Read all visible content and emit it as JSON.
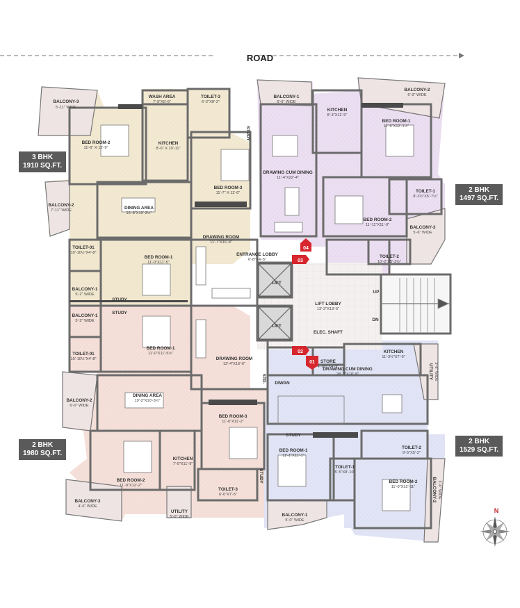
{
  "road": {
    "label": "ROAD"
  },
  "units": {
    "top_left": {
      "type": "3 BHK",
      "area": "1910 SQ.FT."
    },
    "top_right": {
      "type": "2 BHK",
      "area": "1497 SQ.FT."
    },
    "bottom_left": {
      "type": "2 BHK",
      "area": "1980 SQ.FT."
    },
    "bottom_right": {
      "type": "2 BHK",
      "area": "1529 SQ.FT."
    }
  },
  "rooms": [
    {
      "id": "r1",
      "name": "BALCONY-3",
      "dim": "5'-11\" WIDE"
    },
    {
      "id": "r2",
      "name": "WASH AREA",
      "dim": "7'-9\"X5'-6\""
    },
    {
      "id": "r3",
      "name": "TOILET-3",
      "dim": "6'-2\"X8'-2\""
    },
    {
      "id": "r4",
      "name": "BED ROOM-2",
      "dim": "11'-6\" X 12'-9\""
    },
    {
      "id": "r5",
      "name": "KITCHEN",
      "dim": "8'-6\" X 10'-11\""
    },
    {
      "id": "r6",
      "name": "BED ROOM-3",
      "dim": "11'-7\" X 11'-6\""
    },
    {
      "id": "r7",
      "name": "STUDY",
      "dim": ""
    },
    {
      "id": "r8",
      "name": "BALCONY-2",
      "dim": "7'-11\" WIDE"
    },
    {
      "id": "r9",
      "name": "DINING AREA",
      "dim": "16'-8\"X10'-3½\""
    },
    {
      "id": "r10",
      "name": "DRAWING ROOM",
      "dim": "11'-7\"X16'-8\""
    },
    {
      "id": "r11",
      "name": "TOILET-01",
      "dim": "10'-10½\"X4'-8\""
    },
    {
      "id": "r12",
      "name": "BED ROOM-1",
      "dim": "11'-0\"X11'-5\""
    },
    {
      "id": "r13",
      "name": "ENTRANCE LOBBY",
      "dim": "6'-8\"X4'-5\""
    },
    {
      "id": "r14",
      "name": "BALCONY-1",
      "dim": "5'-2\" WIDE"
    },
    {
      "id": "r15",
      "name": "STUDY",
      "dim": ""
    },
    {
      "id": "r16",
      "name": "BALCONY-1",
      "dim": "6'-6\" WIDE"
    },
    {
      "id": "r17",
      "name": "KITCHEN",
      "dim": "8'-3\"X11'-5\""
    },
    {
      "id": "r18",
      "name": "BALCONY-2",
      "dim": "6'-3\" WIDE"
    },
    {
      "id": "r19",
      "name": "BED ROOM-1",
      "dim": "11'-6\"X12'-1½\""
    },
    {
      "id": "r20",
      "name": "DRAWING CUM DINING",
      "dim": "11'-4\"X22'-4\""
    },
    {
      "id": "r21",
      "name": "TOILET-1",
      "dim": "8'-3½\"X5'-7½\""
    },
    {
      "id": "r22",
      "name": "BED ROOM-2",
      "dim": "11'-11\"X11'-0\""
    },
    {
      "id": "r23",
      "name": "BALCONY-3",
      "dim": "5'-6\" WIDE"
    },
    {
      "id": "r24",
      "name": "TOILET-2",
      "dim": "10'-2\"X5'-3½\""
    },
    {
      "id": "r25",
      "name": "LIFT",
      "dim": ""
    },
    {
      "id": "r26",
      "name": "LIFT",
      "dim": ""
    },
    {
      "id": "r27",
      "name": "LIFT LOBBY",
      "dim": "13'-3\"X13'-5\""
    },
    {
      "id": "r28",
      "name": "UP",
      "dim": ""
    },
    {
      "id": "r29",
      "name": "DN",
      "dim": ""
    },
    {
      "id": "r30",
      "name": "ELEC. SHAFT",
      "dim": ""
    },
    {
      "id": "r31",
      "name": "BALCONY-1",
      "dim": "5'-2\" WIDE"
    },
    {
      "id": "r32",
      "name": "STUDY",
      "dim": ""
    },
    {
      "id": "r33",
      "name": "TOILET-01",
      "dim": "10'-10½\"X4'-8\""
    },
    {
      "id": "r34",
      "name": "BED ROOM-1",
      "dim": "11'-0\"X11'-5½\""
    },
    {
      "id": "r35",
      "name": "DRAWING ROOM",
      "dim": "13'-4\"X16'-6\""
    },
    {
      "id": "r36",
      "name": "KITCHEN",
      "dim": "11'-3½\"X7'-9\""
    },
    {
      "id": "r37",
      "name": "STORE",
      "dim": "4'-9½\"X4'-9\""
    },
    {
      "id": "r38",
      "name": "UTILITY",
      "dim": "3'-6\" WIDE"
    },
    {
      "id": "r39",
      "name": "BALCONY-2",
      "dim": "6'-0\" WIDE"
    },
    {
      "id": "r40",
      "name": "DINING AREA",
      "dim": "19'-2\"X10'-3½\""
    },
    {
      "id": "r41",
      "name": "DIWAN",
      "dim": ""
    },
    {
      "id": "r42",
      "name": "DRAWING CUM DINING",
      "dim": "28'-3\"X10'-8\""
    },
    {
      "id": "r43",
      "name": "STD.",
      "dim": ""
    },
    {
      "id": "r44",
      "name": "BED ROOM-3",
      "dim": "11'-0\"X11'-2\""
    },
    {
      "id": "r45",
      "name": "STUDY",
      "dim": ""
    },
    {
      "id": "r46",
      "name": "TOILET-2",
      "dim": "9'-5\"X5'-2\""
    },
    {
      "id": "r47",
      "name": "KITCHEN",
      "dim": "7'-9\"X11'-9\""
    },
    {
      "id": "r48",
      "name": "BED ROOM-2",
      "dim": "11'-0\"X12'-2\""
    },
    {
      "id": "r49",
      "name": "BED ROOM-1",
      "dim": "11'-1\"X11'-1\""
    },
    {
      "id": "r50",
      "name": "TOILET-1",
      "dim": "5'-5\"X8'-10\""
    },
    {
      "id": "r51",
      "name": "BED ROOM-2",
      "dim": "11'-0\"X12'-11\""
    },
    {
      "id": "r52",
      "name": "TOILET-3",
      "dim": "6'-0\"X7'-5\""
    },
    {
      "id": "r53",
      "name": "STUDY",
      "dim": ""
    },
    {
      "id": "r54",
      "name": "BALCONY-3",
      "dim": "4'-6\" WIDE"
    },
    {
      "id": "r55",
      "name": "UTILITY",
      "dim": "5'-0\" WIDE"
    },
    {
      "id": "r56",
      "name": "BALCONY-1",
      "dim": "5'-0\" WIDE"
    },
    {
      "id": "r57",
      "name": "BALCONY-2",
      "dim": "3'-6\" WIDE"
    }
  ],
  "markers": [
    "04",
    "03",
    "02",
    "01"
  ],
  "compass": {
    "north": "N"
  },
  "colors": {
    "beige": "#f1e7cf",
    "lavender": "#eadcf0",
    "pink": "#f3ddd6",
    "blue": "#dfe2f4",
    "grey": "#e8e8e8",
    "wall": "#6b6b6b",
    "marker": "#d7262e",
    "tag": "#5a5a5a"
  }
}
